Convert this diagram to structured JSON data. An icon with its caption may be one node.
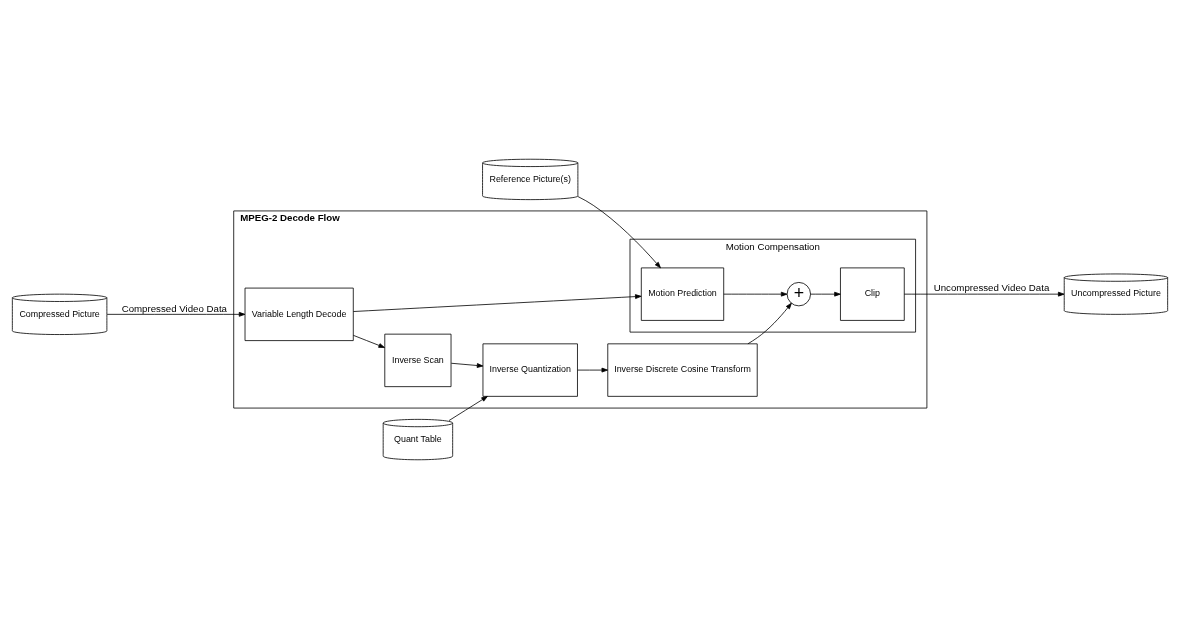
{
  "diagram": {
    "nodes": [
      {
        "text": [
          "MPEG-2 Decode Flow"
        ]
      },
      {
        "text": [
          "Quant Table"
        ]
      },
      {
        "text": [
          "Variable Length Decode"
        ],
        "in": 0
      },
      {
        "text": [
          "Inverse Scan"
        ],
        "in": 0
      },
      {
        "text": [
          "Inverse Quantization"
        ],
        "in": 0
      },
      {
        "text": [
          "Inverse Discrete Cosine Transform"
        ],
        "in": 0
      },
      {
        "text": [
          "Motion Compensation"
        ],
        "in": 0
      },
      {
        "text": [
          "Motion Prediction"
        ],
        "in": 6
      },
      {
        "text": [
          "+"
        ],
        "in": 6
      },
      {
        "text": [
          "Clip"
        ],
        "in": 6
      },
      {
        "text": [
          "Compressed Picture"
        ]
      },
      {
        "text": [
          "Reference Picture(s)"
        ]
      },
      {
        "text": [
          "Uncompressed Picture"
        ]
      }
    ],
    "edges": [
      {
        "from": 10,
        "to": 2,
        "arrow": "to",
        "label": "Compressed Video Data"
      },
      {
        "from": 1,
        "to": 4,
        "arrow": "to"
      },
      {
        "from": 2,
        "to": 3,
        "arrow": "to"
      },
      {
        "from": 2,
        "to": 7,
        "arrow": "to"
      },
      {
        "from": 3,
        "to": 4,
        "arrow": "to"
      },
      {
        "from": 4,
        "to": 5,
        "arrow": "to"
      },
      {
        "from": 5,
        "to": 8,
        "arrow": "to"
      },
      {
        "from": 7,
        "to": 8,
        "arrow": "to"
      },
      {
        "from": 8,
        "to": 9,
        "arrow": "to"
      },
      {
        "from": 11,
        "to": 7,
        "arrow": "to"
      },
      {
        "from": 9,
        "to": 12,
        "arrow": "to",
        "label": "Uncompressed Video Data"
      }
    ]
  }
}
